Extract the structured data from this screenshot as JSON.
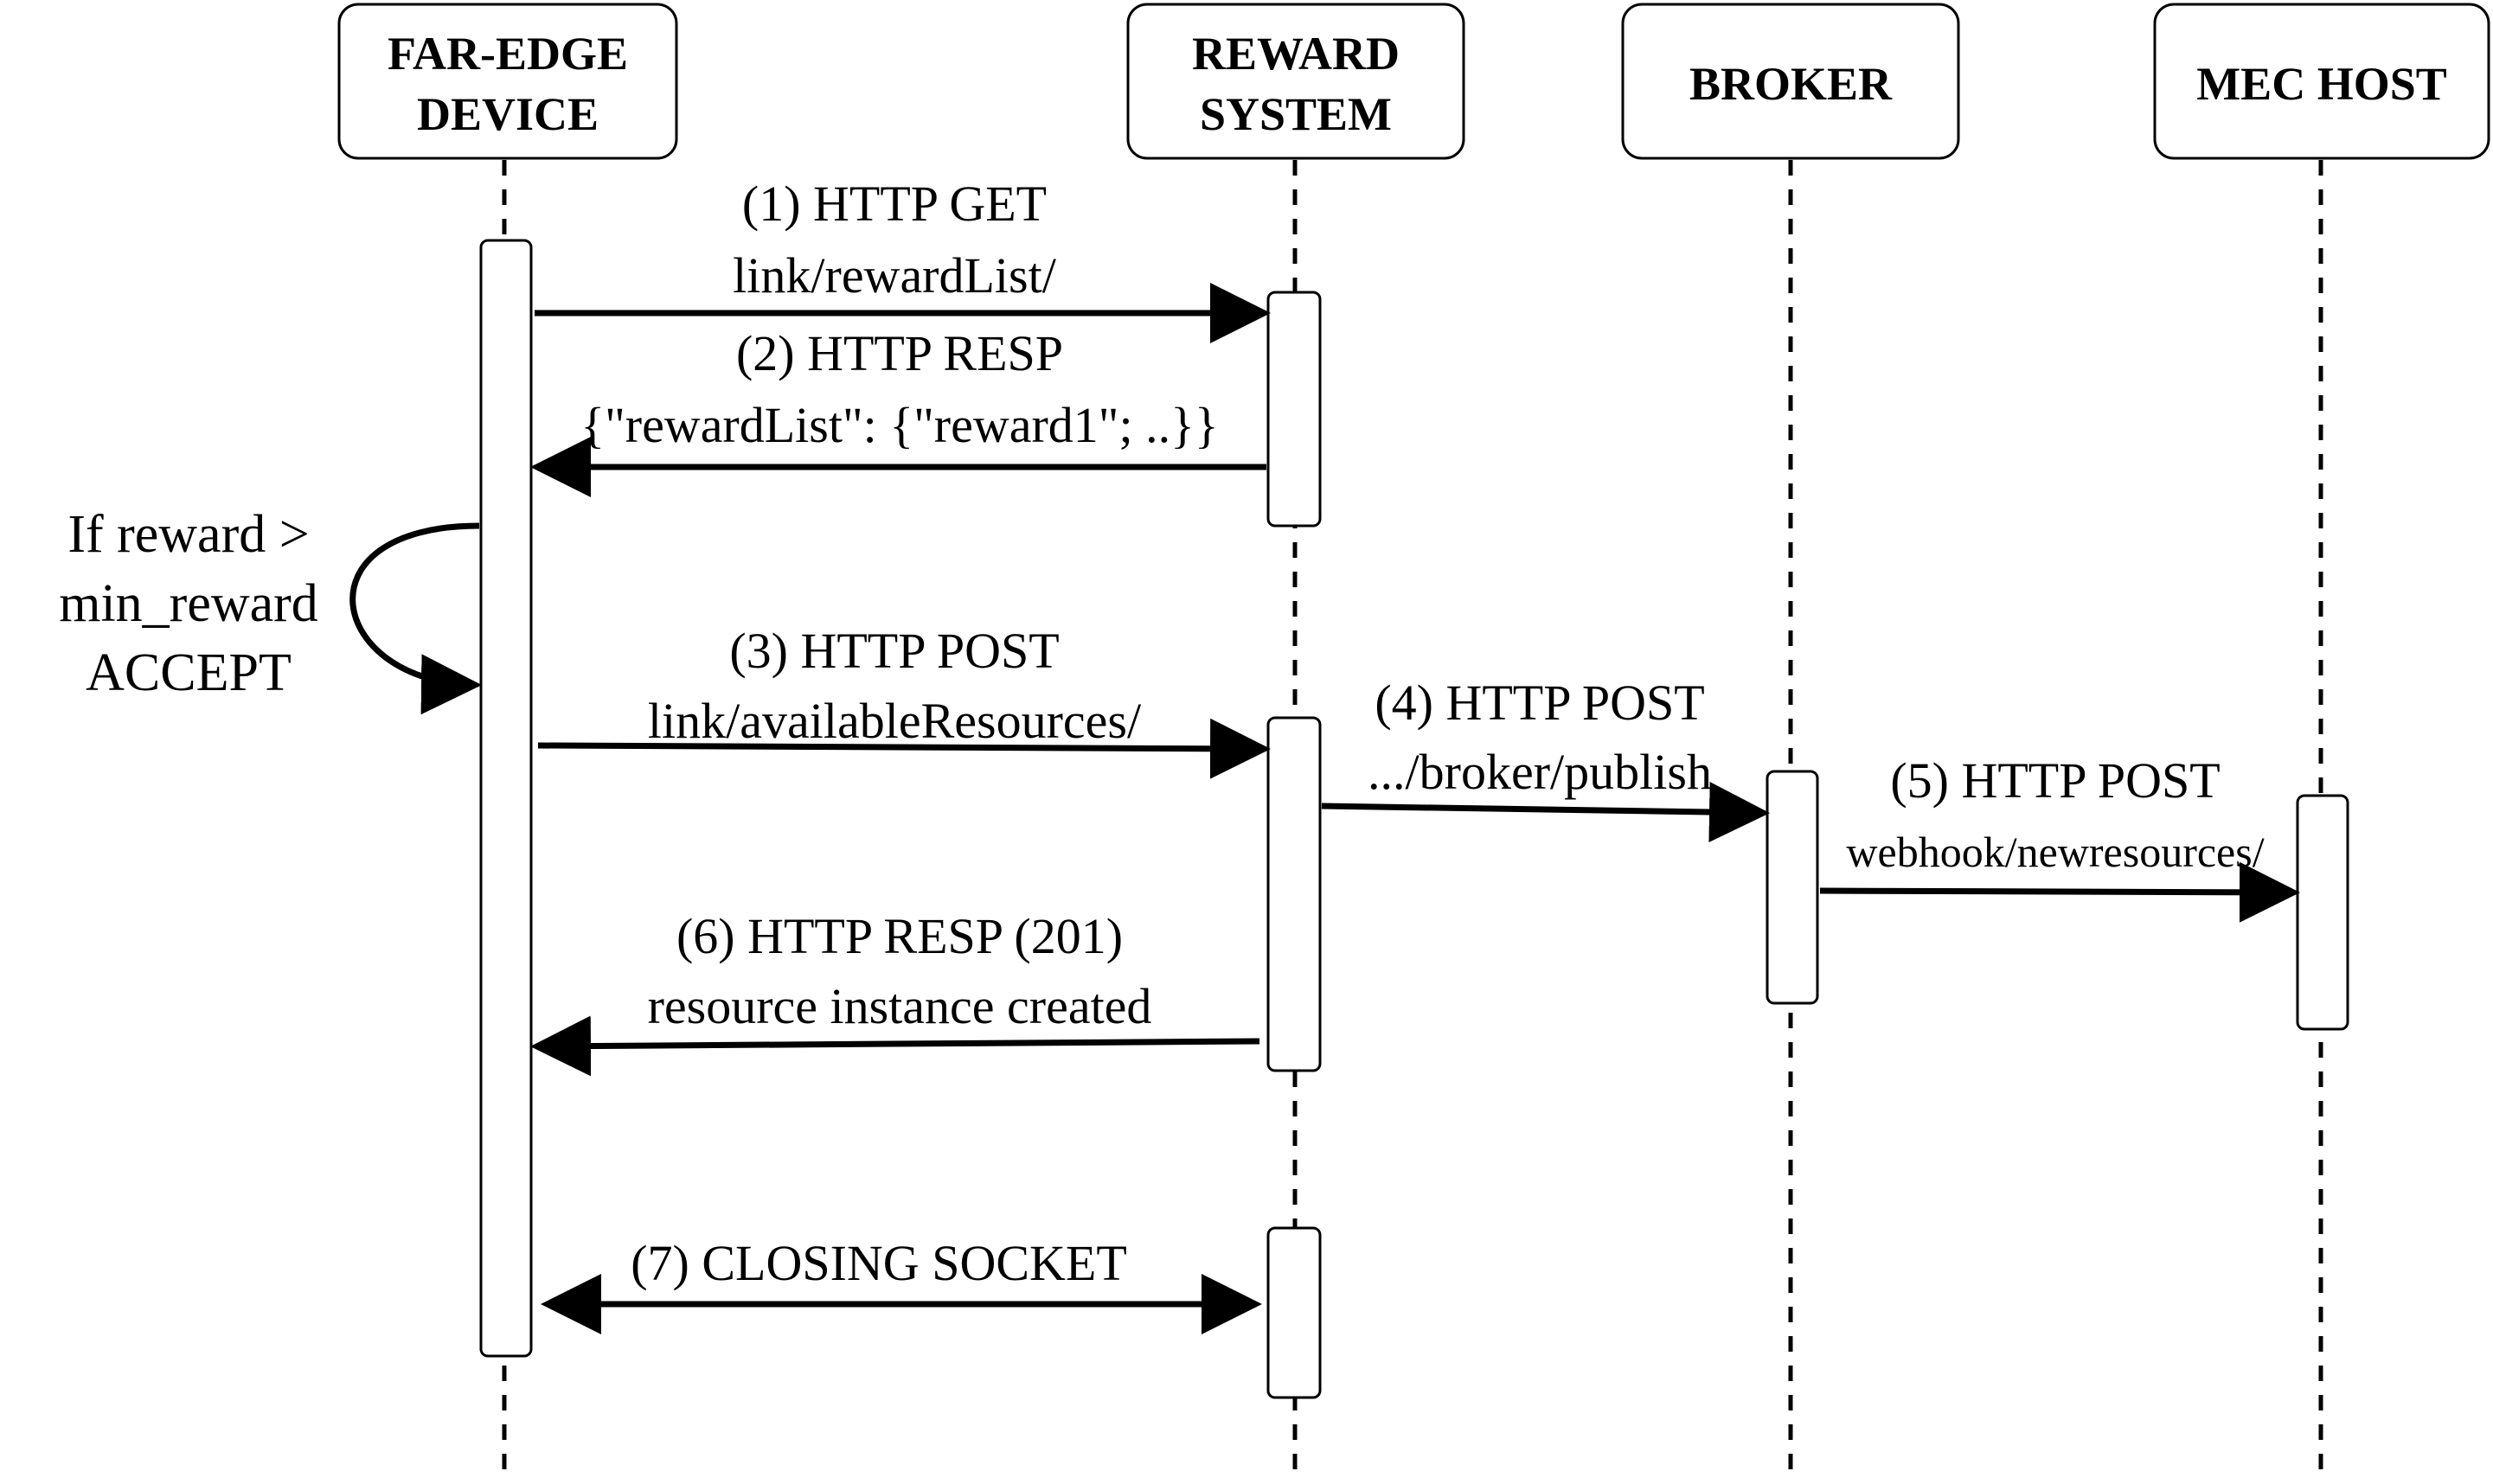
{
  "actors": [
    {
      "id": "far-edge-device",
      "title_lines": [
        "FAR-EDGE",
        "DEVICE"
      ]
    },
    {
      "id": "reward-system",
      "title_lines": [
        "REWARD",
        "SYSTEM"
      ]
    },
    {
      "id": "broker",
      "title_lines": [
        "BROKER"
      ]
    },
    {
      "id": "mec-host",
      "title_lines": [
        "MEC HOST"
      ]
    }
  ],
  "messages": {
    "m1": {
      "line1": "(1) HTTP GET",
      "line2": "link/rewardList/"
    },
    "m2": {
      "line1": "(2) HTTP RESP",
      "line2": "{\"rewardList\": {\"reward1\"; ..}}"
    },
    "m3": {
      "line1": "(3) HTTP POST",
      "line2": "link/availableResources/"
    },
    "m4": {
      "line1": "(4) HTTP POST",
      "line2": ".../broker/publish"
    },
    "m5": {
      "line1": "(5) HTTP POST",
      "line2": "webhook/newresources/"
    },
    "m6": {
      "line1": "(6) HTTP RESP  (201)",
      "line2": "resource instance created"
    },
    "m7": {
      "line1": "(7) CLOSING SOCKET"
    }
  },
  "self_note": {
    "lines": [
      "If reward >",
      "min_reward",
      "ACCEPT"
    ]
  }
}
